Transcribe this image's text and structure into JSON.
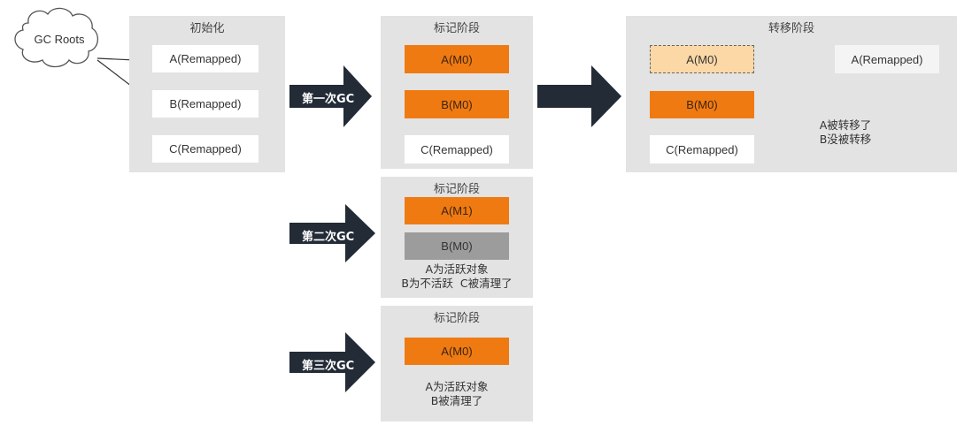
{
  "gc_roots": {
    "label": "GC Roots"
  },
  "init": {
    "title": "初始化",
    "boxes": [
      "A(Remapped)",
      "B(Remapped)",
      "C(Remapped)"
    ]
  },
  "gc_labels": [
    "第一次GC",
    "第二次GC",
    "第三次GC"
  ],
  "mark1": {
    "title": "标记阶段",
    "boxes": [
      "A(M0)",
      "B(M0)",
      "C(Remapped)"
    ]
  },
  "relocate": {
    "title": "转移阶段",
    "boxes": [
      "A(M0)",
      "B(M0)",
      "C(Remapped)"
    ],
    "target": "A(Remapped)",
    "notes": [
      "A被转移了",
      "B没被转移"
    ]
  },
  "mark2": {
    "title": "标记阶段",
    "boxes": [
      "A(M1)",
      "B(M0)"
    ],
    "notes": [
      "A为活跃对象",
      "B为不活跃  C被清理了"
    ]
  },
  "mark3": {
    "title": "标记阶段",
    "boxes": [
      "A(M0)"
    ],
    "notes": [
      "A为活跃对象",
      "B被清理了"
    ]
  },
  "colors": {
    "panel": "#e3e3e3",
    "marked": "#f07a12",
    "relocated_source": "#fcd8a6",
    "inactive": "#9c9c9c",
    "arrow": "#222b36"
  }
}
